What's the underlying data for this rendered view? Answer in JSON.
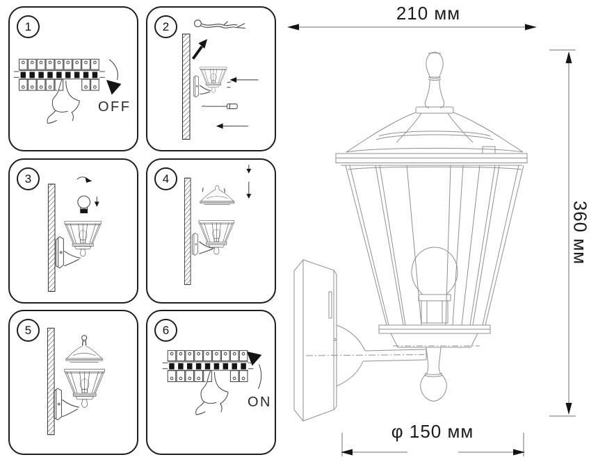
{
  "steps": [
    {
      "number": "1",
      "label": "OFF"
    },
    {
      "number": "2",
      "label": ""
    },
    {
      "number": "3",
      "label": ""
    },
    {
      "number": "4",
      "label": ""
    },
    {
      "number": "5",
      "label": ""
    },
    {
      "number": "6",
      "label": "ON"
    }
  ],
  "dimensions": {
    "width": "210 мм",
    "height": "360 мм",
    "diameter": "φ 150 мм"
  },
  "colors": {
    "panel_border": "#1d1d1d",
    "drawing_line": "#8f8f8f",
    "ink": "#1c1c1c",
    "arrow_fill": "#111111"
  }
}
